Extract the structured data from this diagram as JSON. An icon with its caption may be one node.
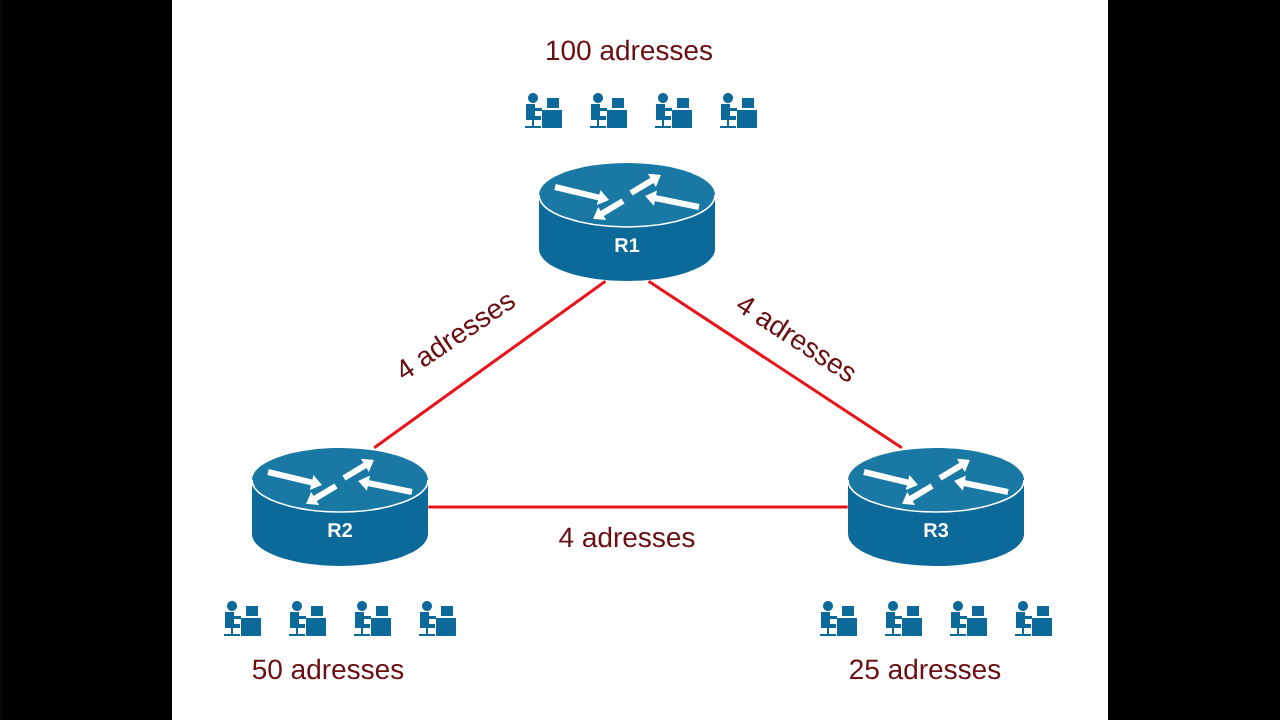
{
  "diagram": {
    "nodes": [
      {
        "text": [
          "R1"
        ],
        "beside": [
          "100 adresses"
        ]
      },
      {
        "text": [
          "R2"
        ],
        "beside": [
          "50 adresses"
        ]
      },
      {
        "text": [
          "R3"
        ],
        "beside": [
          "25 adresses"
        ]
      }
    ],
    "edges": [
      {
        "from": 0,
        "to": 1,
        "arrow": "none",
        "label": "4 adresses"
      },
      {
        "from": 0,
        "to": 2,
        "arrow": "none",
        "label": "4 adresses"
      },
      {
        "from": 1,
        "to": 2,
        "arrow": "none",
        "label": "4 adresses"
      }
    ]
  }
}
